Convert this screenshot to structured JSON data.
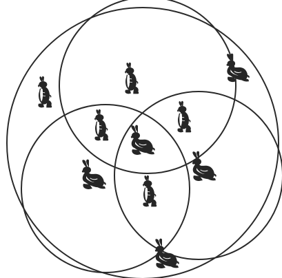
{
  "diagram": {
    "kind": "venn-three-sets-in-universe",
    "ink_color": "#262626",
    "background_color": "#ffffff",
    "figures": [
      {
        "region": "outside-all-sets",
        "animal": "rabbit",
        "pose": "sitting-upright",
        "icon": "sitting-upright-rabbit-icon"
      },
      {
        "region": "outside-all-sets",
        "animal": "rabbit",
        "pose": "crouching",
        "icon": "crouching-rabbit-icon"
      },
      {
        "region": "outside-all-sets",
        "animal": "rabbit",
        "pose": "crouching",
        "icon": "crouching-rabbit-icon"
      },
      {
        "region": "top-set-only",
        "animal": "rabbit",
        "pose": "sitting-upright",
        "icon": "sitting-upright-rabbit-icon"
      },
      {
        "region": "top-and-left-sets",
        "animal": "rabbit",
        "pose": "sitting-upright",
        "icon": "sitting-upright-rabbit-icon"
      },
      {
        "region": "top-and-right-sets",
        "animal": "rabbit",
        "pose": "sitting-upright",
        "icon": "sitting-upright-rabbit-icon"
      },
      {
        "region": "all-three-sets",
        "animal": "rabbit",
        "pose": "crouching",
        "icon": "crouching-rabbit-icon"
      },
      {
        "region": "left-set-only",
        "animal": "rabbit",
        "pose": "crouching",
        "icon": "crouching-rabbit-icon"
      },
      {
        "region": "right-set-only",
        "animal": "rabbit",
        "pose": "crouching",
        "icon": "crouching-rabbit-icon"
      },
      {
        "region": "left-and-right-sets",
        "animal": "rabbit",
        "pose": "sitting-upright",
        "icon": "sitting-upright-rabbit-icon"
      }
    ]
  }
}
